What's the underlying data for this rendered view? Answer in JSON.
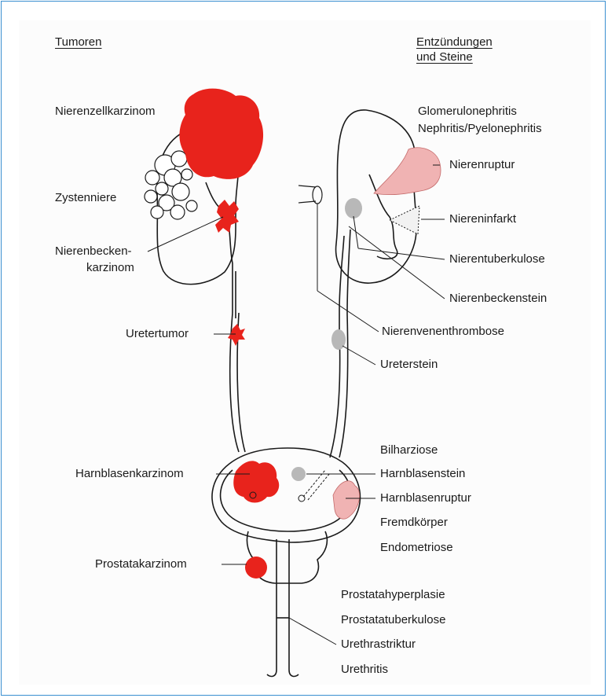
{
  "headers": {
    "left": "Tumoren",
    "right_line1": "Entzündungen",
    "right_line2": "und Steine"
  },
  "tumor_labels": {
    "nierenzellkarzinom": "Nierenzellkarzinom",
    "zystenniere": "Zystenniere",
    "nierenbecken_line1": "Nierenbecken-",
    "nierenbecken_line2": "karzinom",
    "uretertumor": "Uretertumor",
    "harnblasenkarzinom": "Harnblasenkarzinom",
    "prostatakarzinom": "Prostatakarzinom"
  },
  "inflammation_labels": {
    "glomerulonephritis": "Glomerulonephritis",
    "nephritis": "Nephritis/Pyelonephritis",
    "nierenruptur": "Nierenruptur",
    "niereninfarkt": "Niereninfarkt",
    "nierentuberkulose": "Nierentuberkulose",
    "nierenbeckenstein": "Nierenbeckenstein",
    "nierenvenenthrombose": "Nierenvenenthrombose",
    "ureterstein": "Ureterstein",
    "bilharziose": "Bilharziose",
    "harnblasenstein": "Harnblasenstein",
    "harnblasenruptur": "Harnblasenruptur",
    "fremdkoerper": "Fremdkörper",
    "endometriose": "Endometriose",
    "prostatahyperplasie": "Prostatahyperplasie",
    "prostatatuberkulose": "Prostatatuberkulose",
    "urethrastriktur": "Urethrastriktur",
    "urethritis": "Urethritis"
  },
  "colors": {
    "tumor_red": "#e8231c",
    "rupture_pink": "#f0b3b3",
    "stone_gray": "#b8b8b8",
    "frame_blue": "#3a8fd0"
  }
}
